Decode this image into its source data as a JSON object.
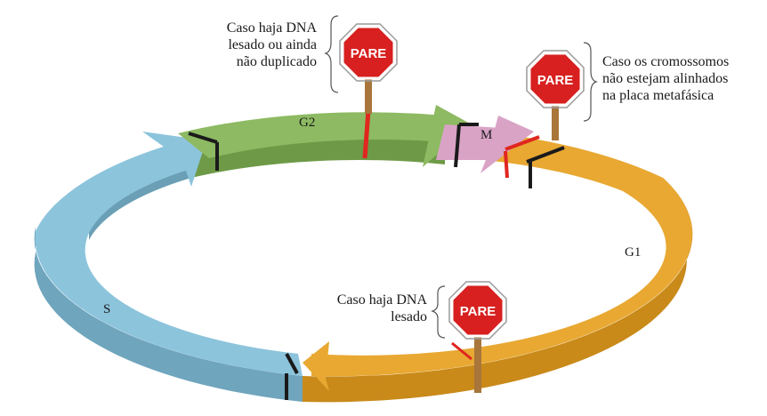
{
  "phases": {
    "g1": "G1",
    "s": "S",
    "g2": "G2",
    "m": "M"
  },
  "checkpoints": [
    {
      "sign": "PARE",
      "lines": [
        "Caso haja DNA",
        "lesado ou ainda",
        "não duplicado"
      ]
    },
    {
      "sign": "PARE",
      "lines": [
        "Caso os cromossomos",
        "não estejam alinhados",
        "na placa metafásica"
      ]
    },
    {
      "sign": "PARE",
      "lines": [
        "Caso haja DNA",
        "lesado"
      ]
    }
  ],
  "colors": {
    "g1": "#e8a832",
    "s": "#8cc4dc",
    "g2": "#8dba62",
    "m": "#d9a3c6",
    "sign": "#d7201f",
    "checkpoint_line": "#e0261f"
  }
}
